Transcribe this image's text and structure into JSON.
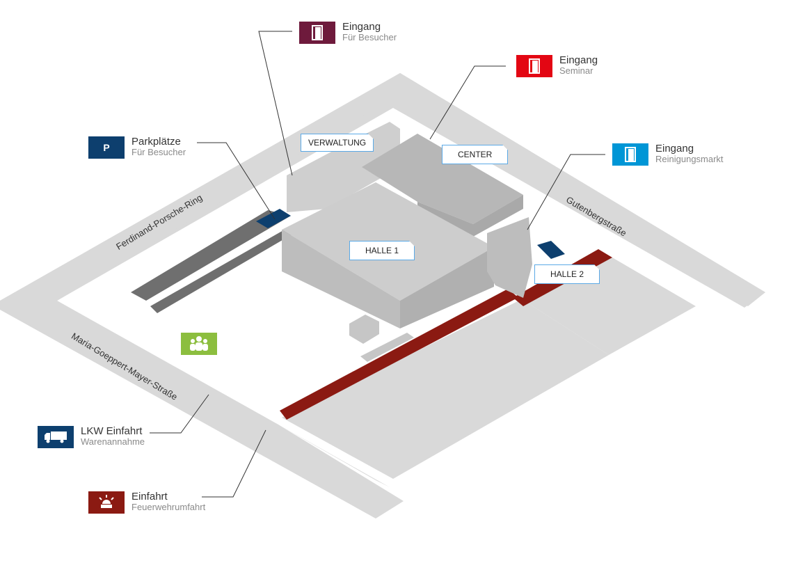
{
  "legends": {
    "eingang_besucher": {
      "title": "Eingang",
      "subtitle": "Für Besucher",
      "color": "#6e1a3c",
      "icon": "door-icon"
    },
    "eingang_seminar": {
      "title": "Eingang",
      "subtitle": "Seminar",
      "color": "#e30613",
      "icon": "door-icon"
    },
    "eingang_reinigung": {
      "title": "Eingang",
      "subtitle": "Reinigungsmarkt",
      "color": "#0096d6",
      "icon": "door-icon"
    },
    "parkplaetze": {
      "title": "Parkplätze",
      "subtitle": "Für Besucher",
      "color": "#0d3f6e",
      "badge": "P",
      "icon": "parking-icon"
    },
    "lkw": {
      "title": "LKW Einfahrt",
      "subtitle": "Warenannahme",
      "color": "#0d3f6e",
      "icon": "truck-icon"
    },
    "feuerwehr": {
      "title": "Einfahrt",
      "subtitle": "Feuerwehrumfahrt",
      "color": "#8b1a12",
      "icon": "siren-icon"
    }
  },
  "buildings": {
    "verwaltung": "VERWALTUNG",
    "center": "CENTER",
    "halle1": "HALLE 1",
    "halle2": "HALLE 2"
  },
  "streets": {
    "ferdinand": "Ferdinand-Porsche-Ring",
    "gutenberg": "Gutenbergstraße",
    "maria": "Maria-Goeppert-Mayer-Straße"
  },
  "colors": {
    "road": "#d9d9d9",
    "building": "#c3c3c3",
    "fire_lane": "#8b1a12",
    "parking_visitor": "#0d3f6e",
    "parking_general": "#6f6f6f",
    "assembly_point": "#8cbe3f"
  },
  "assembly_point_icon": "people-group-icon"
}
